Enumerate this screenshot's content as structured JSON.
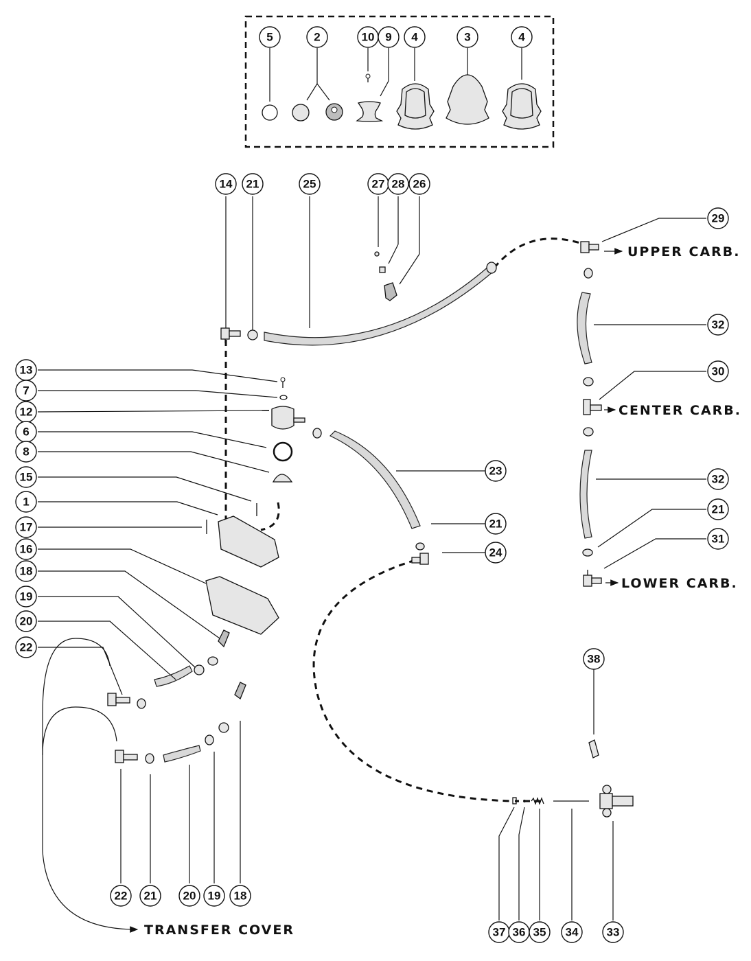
{
  "diagram": {
    "type": "exploded-parts-diagram",
    "subject": "fuel pump and fuel line assembly",
    "kit_box": {
      "callouts": [
        "5",
        "2",
        "10",
        "9",
        "4",
        "3",
        "4"
      ]
    },
    "callouts": [
      {
        "id": "c5",
        "label": "5"
      },
      {
        "id": "c2",
        "label": "2"
      },
      {
        "id": "c10",
        "label": "10"
      },
      {
        "id": "c9",
        "label": "9"
      },
      {
        "id": "c4a",
        "label": "4"
      },
      {
        "id": "c3",
        "label": "3"
      },
      {
        "id": "c4b",
        "label": "4"
      },
      {
        "id": "c14",
        "label": "14"
      },
      {
        "id": "c21a",
        "label": "21"
      },
      {
        "id": "c25",
        "label": "25"
      },
      {
        "id": "c27",
        "label": "27"
      },
      {
        "id": "c28",
        "label": "28"
      },
      {
        "id": "c26",
        "label": "26"
      },
      {
        "id": "c29",
        "label": "29"
      },
      {
        "id": "c32a",
        "label": "32"
      },
      {
        "id": "c30",
        "label": "30"
      },
      {
        "id": "c32b",
        "label": "32"
      },
      {
        "id": "c21b",
        "label": "21"
      },
      {
        "id": "c31",
        "label": "31"
      },
      {
        "id": "c13",
        "label": "13"
      },
      {
        "id": "c7",
        "label": "7"
      },
      {
        "id": "c12",
        "label": "12"
      },
      {
        "id": "c6",
        "label": "6"
      },
      {
        "id": "c8",
        "label": "8"
      },
      {
        "id": "c15",
        "label": "15"
      },
      {
        "id": "c1",
        "label": "1"
      },
      {
        "id": "c17",
        "label": "17"
      },
      {
        "id": "c16",
        "label": "16"
      },
      {
        "id": "c18a",
        "label": "18"
      },
      {
        "id": "c19a",
        "label": "19"
      },
      {
        "id": "c20a",
        "label": "20"
      },
      {
        "id": "c22a",
        "label": "22"
      },
      {
        "id": "c23",
        "label": "23"
      },
      {
        "id": "c21c",
        "label": "21"
      },
      {
        "id": "c24",
        "label": "24"
      },
      {
        "id": "c38",
        "label": "38"
      },
      {
        "id": "c22b",
        "label": "22"
      },
      {
        "id": "c21d",
        "label": "21"
      },
      {
        "id": "c20b",
        "label": "20"
      },
      {
        "id": "c19b",
        "label": "19"
      },
      {
        "id": "c18b",
        "label": "18"
      },
      {
        "id": "c37",
        "label": "37"
      },
      {
        "id": "c36",
        "label": "36"
      },
      {
        "id": "c35",
        "label": "35"
      },
      {
        "id": "c34",
        "label": "34"
      },
      {
        "id": "c33",
        "label": "33"
      }
    ],
    "destinations": {
      "upper": "UPPER CARB.",
      "center": "CENTER CARB.",
      "lower": "LOWER CARB.",
      "transfer": "TRANSFER COVER"
    }
  }
}
